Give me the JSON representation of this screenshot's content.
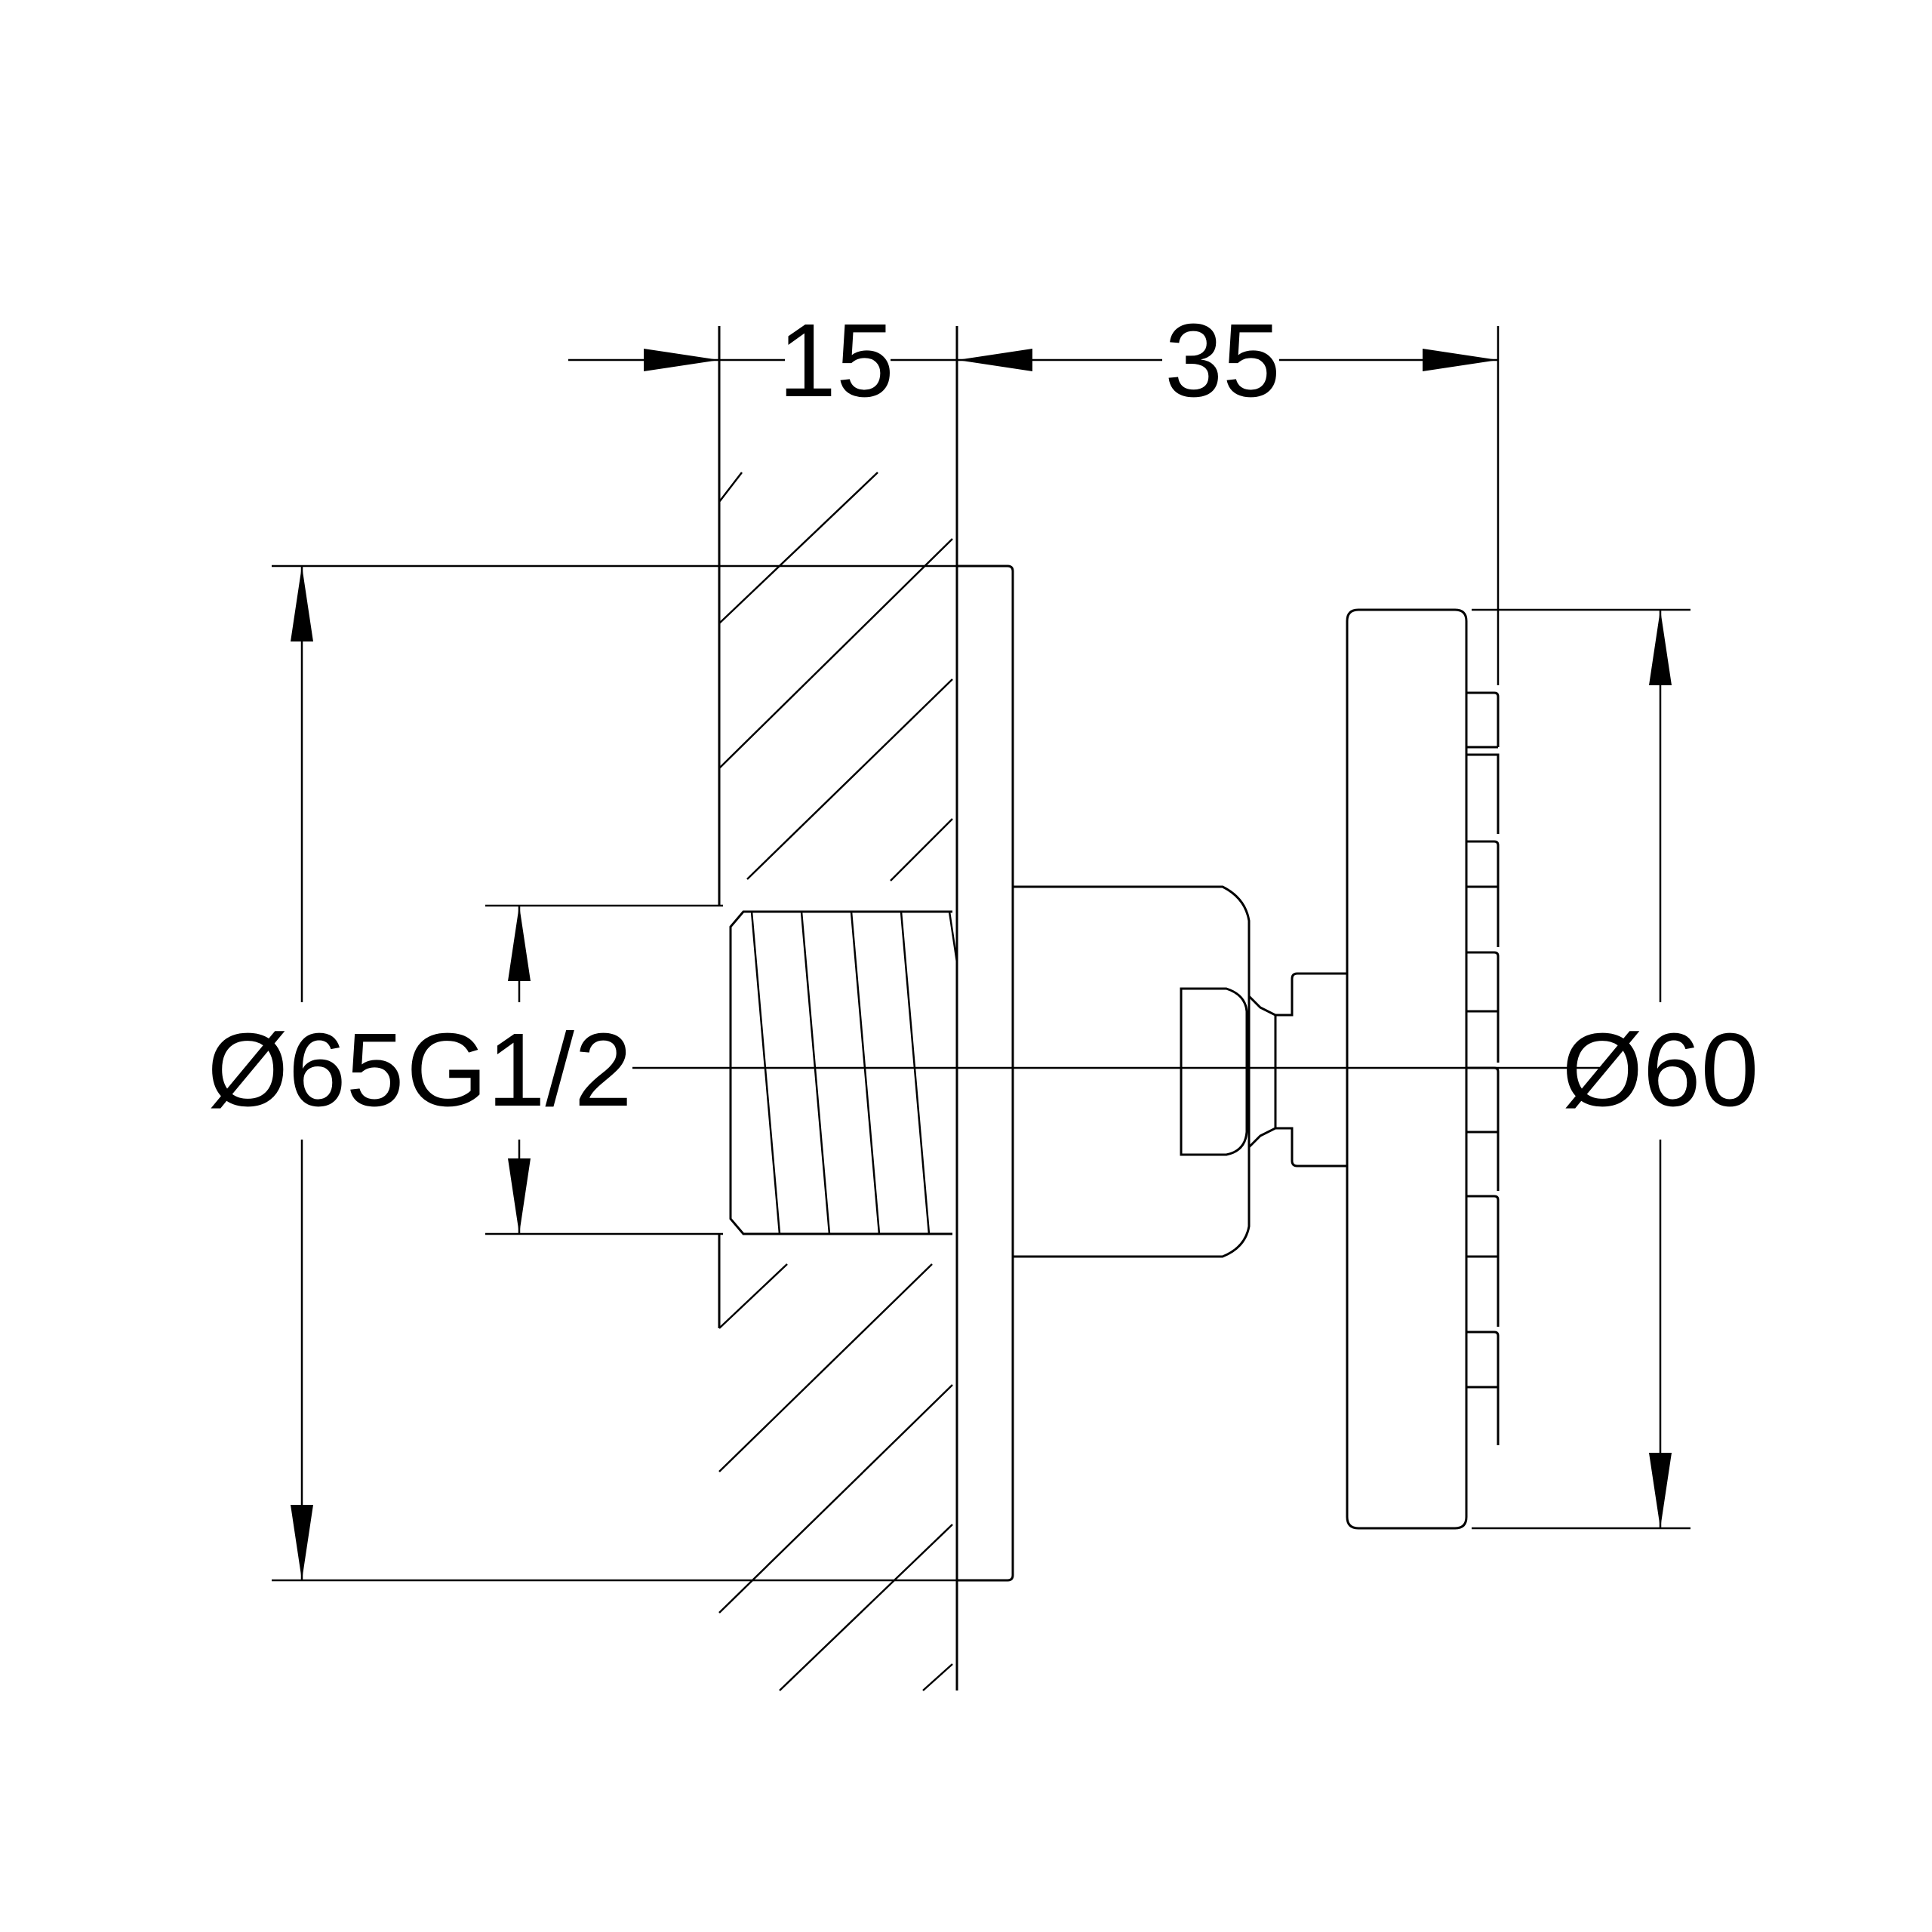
{
  "dimensions": {
    "wall_thickness": "15",
    "projection": "35",
    "flange_diameter": "Ø65",
    "thread_size": "G1/2",
    "head_diameter": "Ø60"
  }
}
